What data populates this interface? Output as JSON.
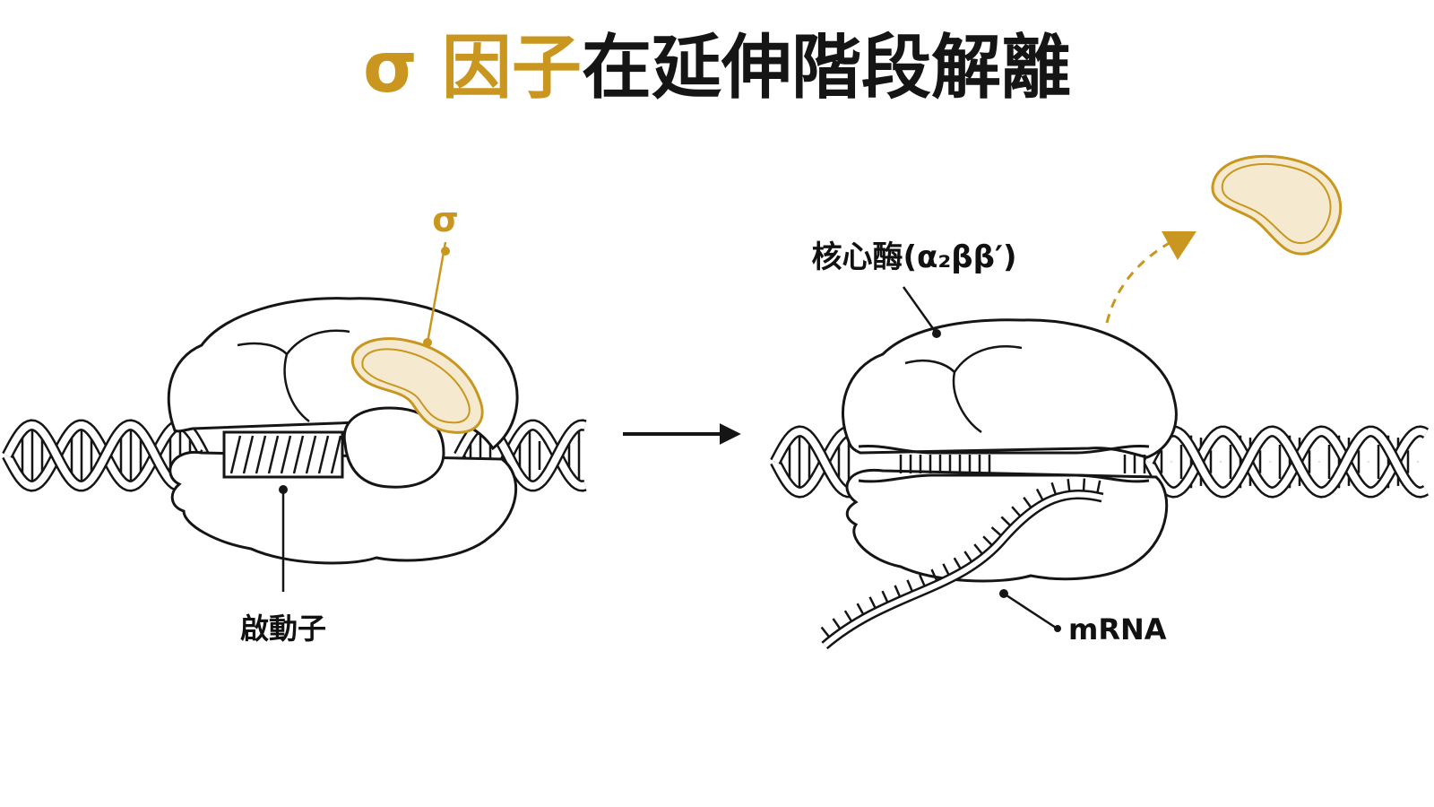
{
  "title": {
    "accent": "σ 因子",
    "rest": "在延伸階段解離"
  },
  "labels": {
    "sigma": "σ",
    "promoter": "啟動子",
    "core_enzyme": "核心酶(α₂ββ′)",
    "mrna": "mRNA"
  },
  "colors": {
    "accent": "#c9971f",
    "ink": "#151515"
  }
}
